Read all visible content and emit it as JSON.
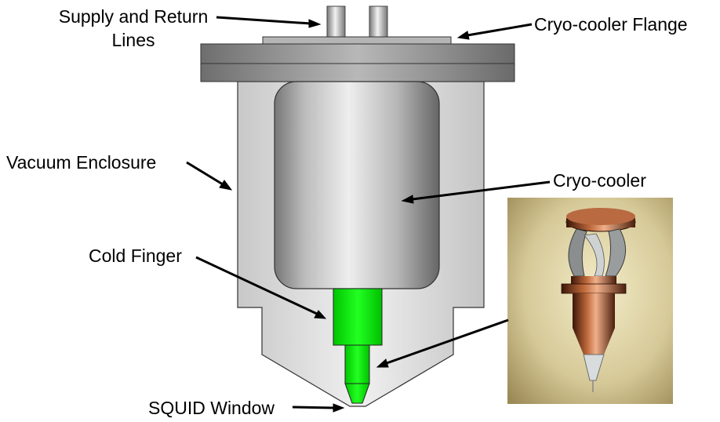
{
  "labels": {
    "supply_line1": "Supply and Return",
    "supply_line2": "Lines",
    "flange": "Cryo-cooler Flange",
    "vacuum": "Vacuum Enclosure",
    "cryocooler": "Cryo-cooler",
    "cold_finger": "Cold Finger",
    "squid_window": "SQUID Window"
  },
  "colors": {
    "cold_finger": "#00ee00",
    "enclosure": "#d8d8d8",
    "flange": "#8a8a8a",
    "outline": "#333333",
    "photo_background": "#d9cfa3"
  },
  "photo": {
    "subject": "photograph of cryo-cooler cold head assembly"
  }
}
